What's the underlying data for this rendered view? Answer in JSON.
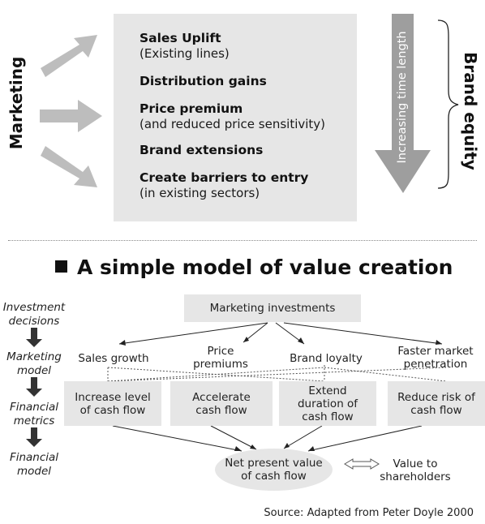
{
  "top": {
    "left_label": "Marketing",
    "right_label": "Brand equity",
    "time_arrow_label": "Increasing time length",
    "benefits": [
      {
        "title": "Sales Uplift",
        "sub": "(Existing lines)"
      },
      {
        "title": "Distribution gains",
        "sub": ""
      },
      {
        "title": "Price premium",
        "sub": "(and reduced price sensitivity)"
      },
      {
        "title": "Brand extensions",
        "sub": ""
      },
      {
        "title": "Create barriers to entry",
        "sub": "(in existing sectors)"
      }
    ]
  },
  "model": {
    "title": "A simple model of value creation",
    "stages": [
      {
        "line1": "Investment",
        "line2": "decisions"
      },
      {
        "line1": "Marketing",
        "line2": "model"
      },
      {
        "line1": "Financial",
        "line2": "metrics"
      },
      {
        "line1": "Financial",
        "line2": "model"
      }
    ],
    "root": "Marketing investments",
    "drivers": [
      {
        "line1": "Sales growth",
        "line2": ""
      },
      {
        "line1": "Price",
        "line2": "premiums"
      },
      {
        "line1": "Brand loyalty",
        "line2": ""
      },
      {
        "line1": "Faster market",
        "line2": "penetration"
      }
    ],
    "metrics": [
      {
        "line1": "Increase level",
        "line2": "of cash flow",
        "line3": ""
      },
      {
        "line1": "Accelerate",
        "line2": "cash flow",
        "line3": ""
      },
      {
        "line1": "Extend",
        "line2": "duration of",
        "line3": "cash flow"
      },
      {
        "line1": "Reduce risk of",
        "line2": "cash flow",
        "line3": ""
      }
    ],
    "npv": {
      "line1": "Net present value",
      "line2": "of cash flow"
    },
    "value": {
      "line1": "Value to",
      "line2": "shareholders"
    },
    "source": "Source: Adapted from Peter Doyle 2000"
  },
  "colors": {
    "box_fill": "#e6e6e6",
    "arrow_fill": "#bdbdbd",
    "dark_arrow": "#3a3a3a"
  }
}
